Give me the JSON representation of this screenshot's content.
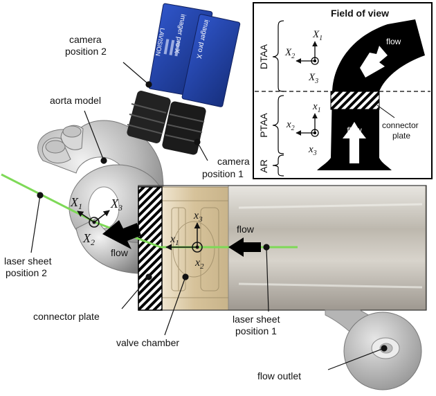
{
  "labels": {
    "camera_position_2": [
      "camera",
      "position 2"
    ],
    "camera_position_1": [
      "camera",
      "position 1"
    ],
    "aorta_model": "aorta model",
    "laser_sheet_position_2": [
      "laser sheet",
      "position 2"
    ],
    "laser_sheet_position_1": [
      "laser sheet",
      "position 1"
    ],
    "connector_plate": "connector plate",
    "valve_chamber": "valve chamber",
    "flow_outlet": "flow outlet",
    "flow_main_left": "flow",
    "flow_main_right": "flow"
  },
  "camera": {
    "brand": "LAVISION",
    "model": "imager pro X"
  },
  "coordinates": {
    "main_global": {
      "x1": "X",
      "x1_sub": "1",
      "x2": "X",
      "x2_sub": "2",
      "x3": "X",
      "x3_sub": "3"
    },
    "main_local": {
      "x1": "x",
      "x1_sub": "1",
      "x2": "x",
      "x2_sub": "2",
      "x3": "x",
      "x3_sub": "3"
    }
  },
  "inset": {
    "title": "Field of view",
    "regions": [
      "DTAA",
      "PTAA",
      "AR"
    ],
    "flow_upper": "flow",
    "flow_lower": "flow",
    "connector_label": [
      "connector",
      "plate"
    ],
    "upper_axes": {
      "x1": "X",
      "x1_sub": "1",
      "x2": "X",
      "x2_sub": "2",
      "x3": "X",
      "x3_sub": "3"
    },
    "lower_axes": {
      "x1": "x",
      "x1_sub": "1",
      "x2": "x",
      "x2_sub": "2",
      "x3": "x",
      "x3_sub": "3"
    }
  },
  "colors": {
    "laser": "#7ed957",
    "camera_blue": "#1e3a9e",
    "aorta_grey": "#a9a9a9",
    "chamber_tan": "#d9c6a0",
    "tube_silver": "#c8c4bc"
  }
}
